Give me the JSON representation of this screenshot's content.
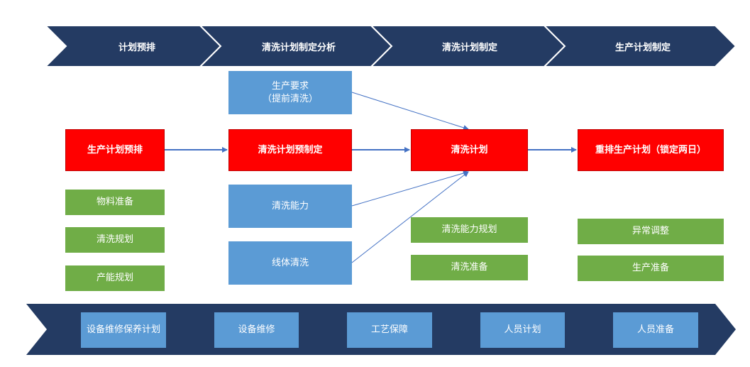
{
  "colors": {
    "navy": "#243b63",
    "red": "#ff0000",
    "blue": "#5b9bd5",
    "green": "#70ad47",
    "arrow": "#4472c4"
  },
  "header": {
    "stages": [
      "计划预排",
      "清洗计划制定分析",
      "清洗计划制定",
      "生产计划制定"
    ]
  },
  "col1": {
    "main": "生产计划预排",
    "items": [
      "物料准备",
      "清洗规划",
      "产能规划"
    ]
  },
  "col2": {
    "input_top_line1": "生产要求",
    "input_top_line2": "（提前清洗）",
    "main": "清洗计划预制定",
    "inputs": [
      "清洗能力",
      "线体清洗"
    ]
  },
  "col3": {
    "main": "清洗计划",
    "items": [
      "清洗能力规划",
      "清洗准备"
    ]
  },
  "col4": {
    "main": "重排生产计划（锁定两日）",
    "items": [
      "异常调整",
      "生产准备"
    ]
  },
  "bottom": {
    "items": [
      "设备维修保养计划",
      "设备维修",
      "工艺保障",
      "人员计划",
      "人员准备"
    ]
  }
}
